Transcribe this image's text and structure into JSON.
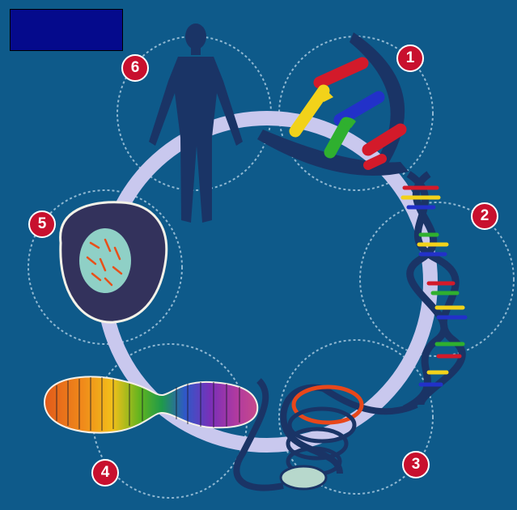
{
  "diagram": {
    "steps": [
      {
        "number": "1",
        "icon": "dna-base-pairs-icon"
      },
      {
        "number": "2",
        "icon": "double-helix-icon"
      },
      {
        "number": "3",
        "icon": "coiled-chromatin-icon"
      },
      {
        "number": "4",
        "icon": "chromosome-icon"
      },
      {
        "number": "5",
        "icon": "cell-nucleus-icon"
      },
      {
        "number": "6",
        "icon": "human-body-icon"
      }
    ],
    "colors": {
      "background": "#0e5a8a",
      "ring": "#c9c8ee",
      "badge": "#c8102e",
      "label_box": "#050a8c",
      "strand": "#1a3466",
      "base_red": "#d31a2a",
      "base_yellow": "#f2d21a",
      "base_green": "#2fb02f",
      "base_blue": "#2231c9",
      "cell_body": "#33325c",
      "nucleus": "#8fd0c6"
    }
  }
}
